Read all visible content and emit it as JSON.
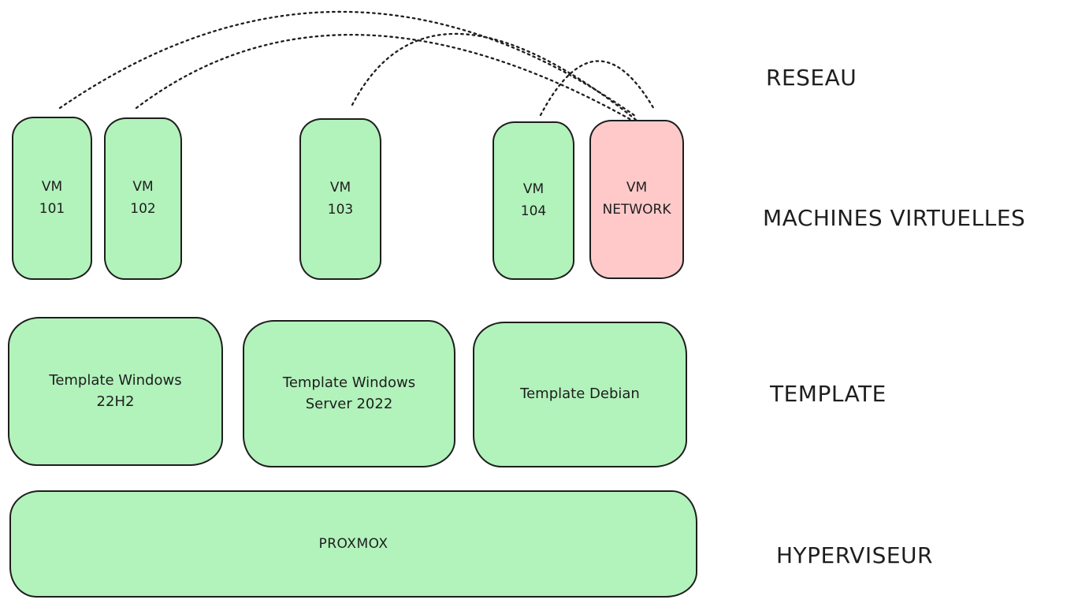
{
  "layer_labels": {
    "reseau": "RESEAU",
    "machines_virtuelles": "MACHINES VIRTUELLES",
    "template": "TEMPLATE",
    "hyperviseur": "HYPERVISEUR"
  },
  "vms": [
    {
      "line1": "VM",
      "line2": "101",
      "fill": "#b2f2bb"
    },
    {
      "line1": "VM",
      "line2": "102",
      "fill": "#b2f2bb"
    },
    {
      "line1": "VM",
      "line2": "103",
      "fill": "#b2f2bb"
    },
    {
      "line1": "VM",
      "line2": "104",
      "fill": "#b2f2bb"
    },
    {
      "line1": "VM",
      "line2": "NETWORK",
      "fill": "#ffc9c9"
    }
  ],
  "templates": [
    {
      "label": "Template Windows 22H2",
      "fill": "#b2f2bb"
    },
    {
      "label": "Template Windows Server 2022",
      "fill": "#b2f2bb"
    },
    {
      "label": "Template Debian",
      "fill": "#b2f2bb"
    }
  ],
  "hypervisor": {
    "label": "PROXMOX",
    "fill": "#b2f2bb"
  },
  "connections": [
    {
      "from": "VM 101",
      "to": "VM NETWORK",
      "style": "dotted"
    },
    {
      "from": "VM 102",
      "to": "VM NETWORK",
      "style": "dotted"
    },
    {
      "from": "VM 103",
      "to": "VM NETWORK",
      "style": "dotted"
    },
    {
      "from": "VM 104",
      "to": "VM NETWORK",
      "style": "dotted"
    }
  ],
  "colors": {
    "box_green": "#b2f2bb",
    "box_pink": "#ffc9c9",
    "stroke": "#1e1e1e",
    "background": "#ffffff"
  }
}
